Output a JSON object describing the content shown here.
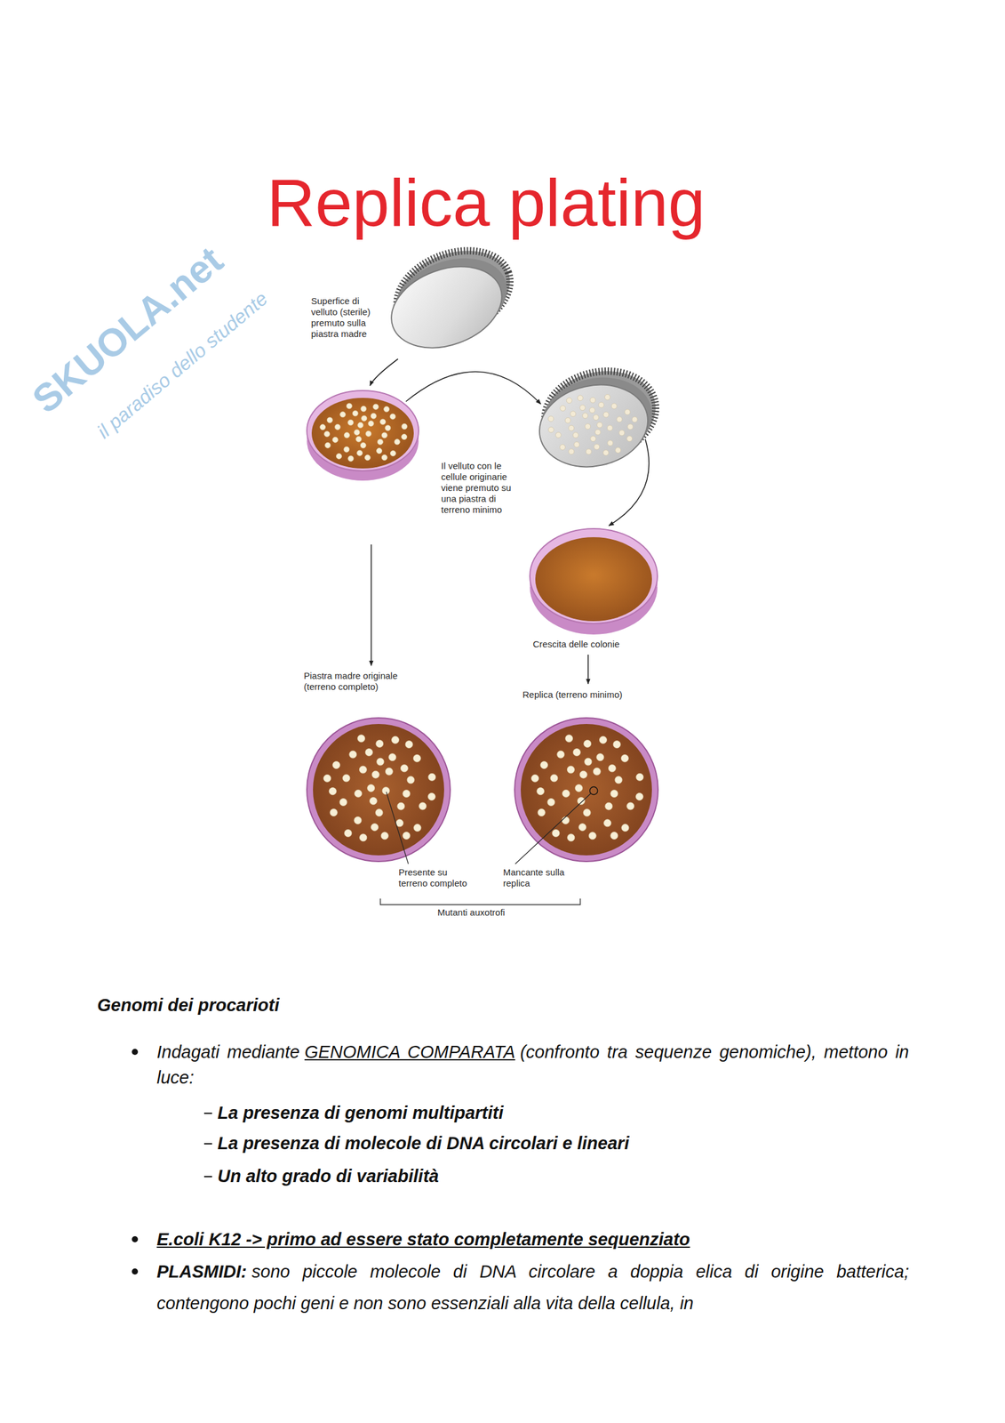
{
  "diagram": {
    "title": "Replica plating",
    "labels": [
      "SKUOLA.net",
      "il paradiso dello studente",
      "Superfice di velluto (sterile) premuto sulla piastra madre",
      "Il velluto con le cellule originarie viene premuto su una piastra di terreno minimo",
      "Crescita delle colonie",
      "Piastra madre originale (terreno completo)",
      "Replica (terreno minimo)",
      "Presente su terreno completo",
      "Mancante sulla replica",
      "Mutanti auxotrofi",
      "Genomi dei procarioti",
      "Indagati mediante",
      "GENOMICA COMPARATA",
      "(confronto tra sequenze genomiche), mettono in luce:",
      "La presenza di genomi multipartiti",
      "La presenza di molecole di DNA circolari e lineari",
      "Un alto grado di variabilità",
      "E.coli K12 -> primo ad essere stato completamente sequenziato",
      "PLASMIDI:",
      "sono piccole molecole di DNA circolare a doppia elica di origine batterica; contengono pochi geni e non sono essenziali alla vita della cellula, in"
    ]
  }
}
